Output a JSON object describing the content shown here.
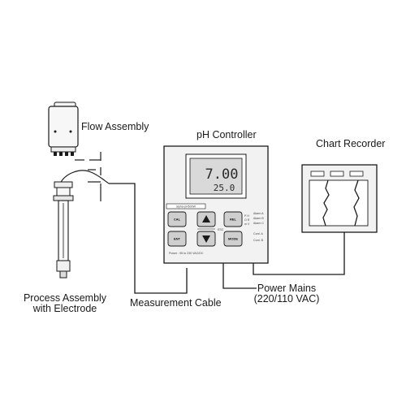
{
  "labels": {
    "flow_assembly": "Flow Assembly",
    "ph_controller": "pH Controller",
    "chart_recorder": "Chart Recorder",
    "process_assembly": "Process Assembly",
    "process_assembly_line2": "with Electrode",
    "measurement_cable": "Measurement Cable",
    "power_mains": "Power Mains",
    "power_mains_line2": "(220/110 VAC)"
  },
  "controller": {
    "display_ph": "7.00",
    "display_temp": "25.0",
    "brand": "alpha-pH500W",
    "footer": "Power : 95 to 230 VAC/DC",
    "buttons": {
      "cal": "CAL",
      "ent": "ENT",
      "rel": "REL",
      "mode": "MODE",
      "esc": "ESC"
    },
    "indicators": [
      "Alarm A",
      "Alarm B",
      "Alarm C",
      "Cont. A",
      "Cont. B"
    ],
    "status": [
      "P H",
      "O R",
      "m V"
    ]
  },
  "colors": {
    "line": "#1a1a1a",
    "panel_fill": "#f2f2f2",
    "lcd_fill": "#d9d9d9"
  },
  "icons": {
    "up": "triangle-up",
    "down": "triangle-down"
  }
}
